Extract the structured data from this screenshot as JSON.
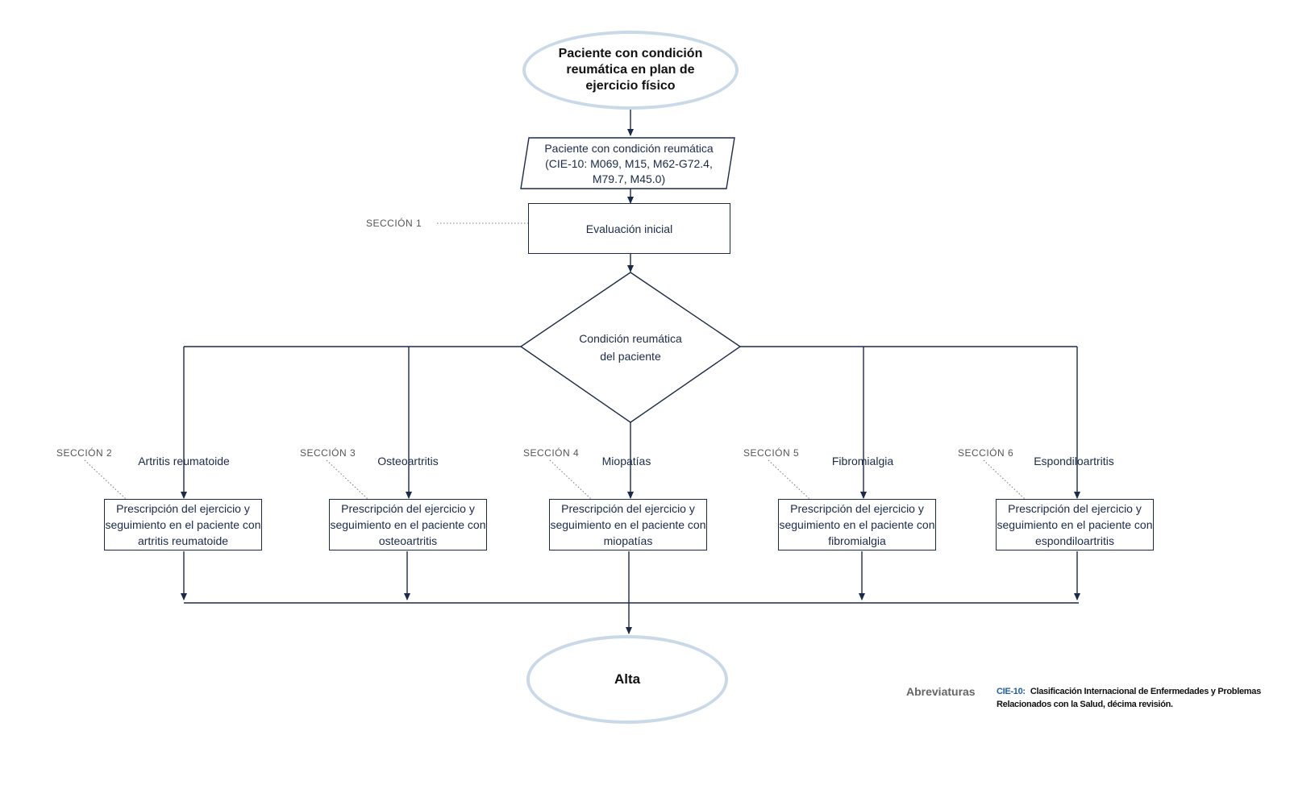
{
  "start": {
    "label": "Paciente con condición reumática en plan de ejercicio físico"
  },
  "input": {
    "label": "Paciente con condición reumática (CIE-10: M069, M15, M62-G72.4, M79.7, M45.0)"
  },
  "evaluation": {
    "label": "Evaluación inicial",
    "section": "SECCIÓN 1"
  },
  "decision": {
    "line1": "Condición reumática",
    "line2": "del paciente"
  },
  "branches": [
    {
      "section": "SECCIÓN 2",
      "condition": "Artritis reumatoide",
      "box": "Prescripción del ejercicio y seguimiento en el paciente con artritis reumatoide"
    },
    {
      "section": "SECCIÓN 3",
      "condition": "Osteoartritis",
      "box": "Prescripción del ejercicio y seguimiento en el paciente con osteoartritis"
    },
    {
      "section": "SECCIÓN 4",
      "condition": "Miopatías",
      "box": "Prescripción del ejercicio y seguimiento en el paciente con miopatías"
    },
    {
      "section": "SECCIÓN 5",
      "condition": "Fibromialgia",
      "box": "Prescripción del ejercicio y seguimiento en el paciente con fibromialgia"
    },
    {
      "section": "SECCIÓN 6",
      "condition": "Espondiloartritis",
      "box": "Prescripción del ejercicio y seguimiento en el paciente con espondiloartritis"
    }
  ],
  "end": {
    "label": "Alta"
  },
  "abbreviations": {
    "title": "Abreviaturas",
    "key": "CIE-10:",
    "definition": "Clasificación Internacional de Enfermedades y Problemas Relacionados con la Salud, décima revisión."
  },
  "colors": {
    "line": "#1b2a4a",
    "ellipse_border": "#c9d9e8",
    "abbr_key": "#1f5fa8"
  }
}
